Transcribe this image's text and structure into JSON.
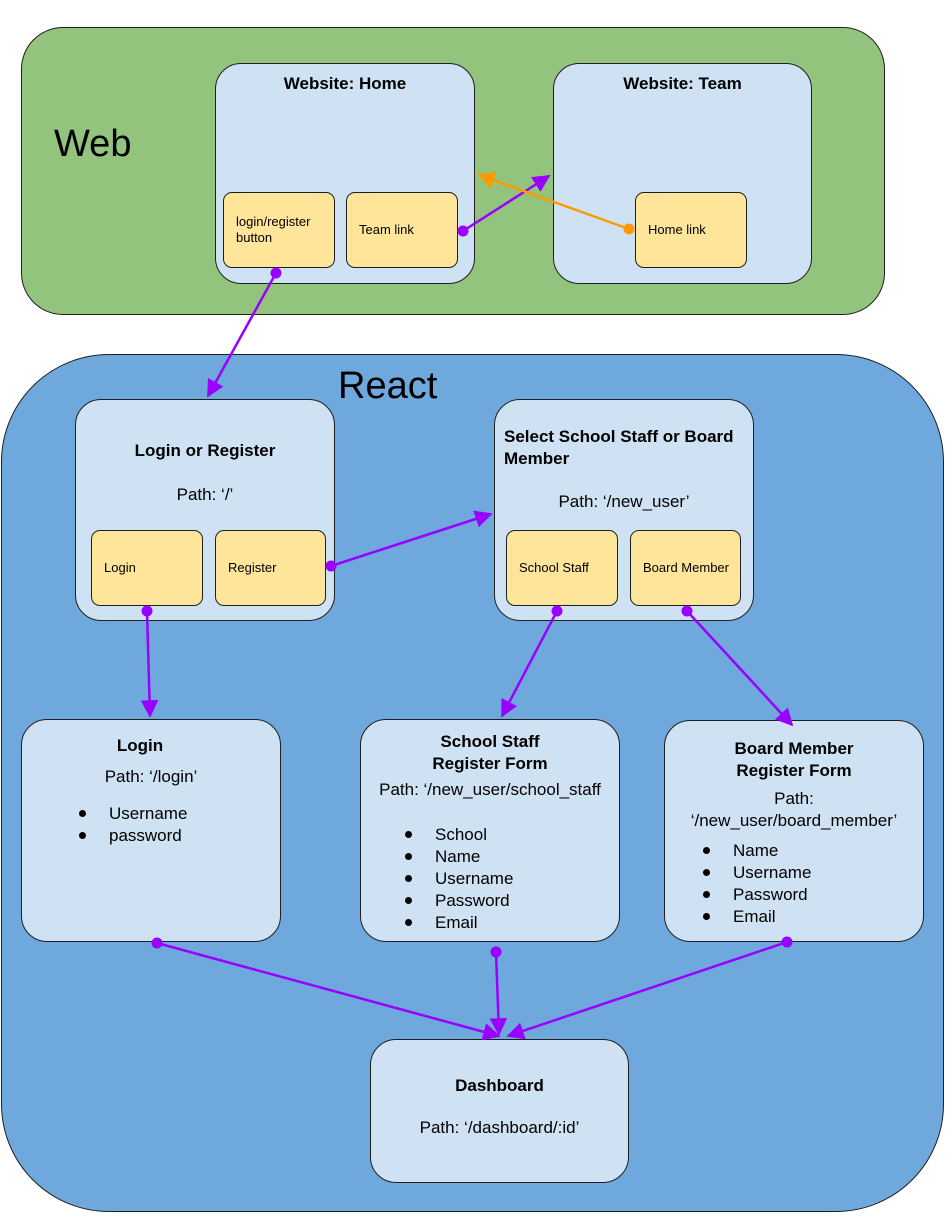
{
  "regions": {
    "web": {
      "label": "Web"
    },
    "react": {
      "label": "React"
    }
  },
  "nodes": {
    "website_home": {
      "title": "Website: Home",
      "buttons": {
        "login_register": "login/register button",
        "team_link": "Team link"
      }
    },
    "website_team": {
      "title": "Website: Team",
      "buttons": {
        "home_link": "Home link"
      }
    },
    "login_or_register": {
      "title": "Login or Register",
      "path": "Path: ‘/’",
      "buttons": {
        "login": "Login",
        "register": "Register"
      }
    },
    "select_role": {
      "title": "Select School Staff or Board Member",
      "path": "Path: ‘/new_user’",
      "buttons": {
        "school_staff": "School Staff",
        "board_member": "Board Member"
      }
    },
    "login": {
      "title": "Login",
      "path": "Path: ‘/login’",
      "fields": [
        "Username",
        "password"
      ]
    },
    "school_staff_form": {
      "title": "School Staff Register Form",
      "path": "Path: ‘/new_user/school_staff",
      "fields": [
        "School",
        "Name",
        "Username",
        "Password",
        "Email"
      ]
    },
    "board_member_form": {
      "title": "Board Member Register Form",
      "path": "Path: ‘/new_user/board_member’",
      "fields": [
        "Name",
        "Username",
        "Password",
        "Email"
      ]
    },
    "dashboard": {
      "title": "Dashboard",
      "path": "Path: ‘/dashboard/:id’"
    }
  },
  "edges": [
    {
      "from": "website_home.team_link",
      "to": "website_team",
      "color": "#9900ff"
    },
    {
      "from": "website_team.home_link",
      "to": "website_home",
      "color": "#ff9900"
    },
    {
      "from": "website_home.login_register",
      "to": "login_or_register",
      "color": "#9900ff"
    },
    {
      "from": "login_or_register.register",
      "to": "select_role",
      "color": "#9900ff"
    },
    {
      "from": "login_or_register.login",
      "to": "login",
      "color": "#9900ff"
    },
    {
      "from": "select_role.school_staff",
      "to": "school_staff_form",
      "color": "#9900ff"
    },
    {
      "from": "select_role.board_member",
      "to": "board_member_form",
      "color": "#9900ff"
    },
    {
      "from": "login",
      "to": "dashboard",
      "color": "#9900ff"
    },
    {
      "from": "school_staff_form",
      "to": "dashboard",
      "color": "#9900ff"
    },
    {
      "from": "board_member_form",
      "to": "dashboard",
      "color": "#9900ff"
    }
  ],
  "colors": {
    "web_region": "#93c47d",
    "react_region": "#6fa8dc",
    "page": "#cfe2f3",
    "button": "#ffe599",
    "edge_primary": "#9900ff",
    "edge_secondary": "#ff9900"
  }
}
